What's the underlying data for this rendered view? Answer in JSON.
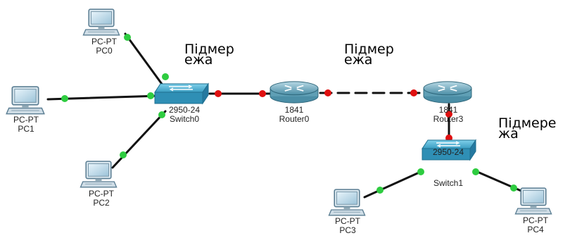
{
  "subnet_labels": [
    {
      "line1": "Підмер",
      "line2": "ежа"
    },
    {
      "line1": "Підмер",
      "line2": "ежа"
    },
    {
      "line1": "Підмере",
      "line2": "жа"
    }
  ],
  "devices": {
    "pc0": {
      "type": "PC-PT",
      "name": "PC0"
    },
    "pc1": {
      "type": "PC-PT",
      "name": "PC1"
    },
    "pc2": {
      "type": "PC-PT",
      "name": "PC2"
    },
    "pc3": {
      "type": "PC-PT",
      "name": "PC3"
    },
    "pc4": {
      "type": "PC-PT",
      "name": "PC4"
    },
    "switch0": {
      "type": "2950-24",
      "name": "Switch0"
    },
    "switch1": {
      "type": "2950-24",
      "name": "Switch1"
    },
    "router0": {
      "type": "1841",
      "name": "Router0"
    },
    "router3": {
      "type": "1841",
      "name": "Router3"
    }
  },
  "colors": {
    "link": "#111111",
    "link_up": "#2ecc40",
    "link_router": "#e01010",
    "switch_body": "#3fa5c8",
    "router_body": "#6fa8bb",
    "pc_body": "#8fb3c8"
  }
}
